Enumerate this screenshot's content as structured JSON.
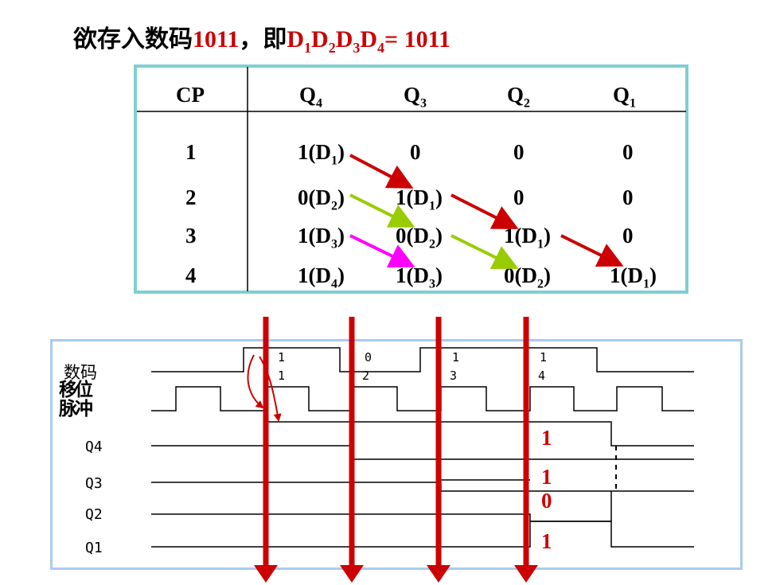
{
  "title": {
    "prefix": "欲存入数码",
    "code": "1011",
    "sep": "，即",
    "d": [
      "D",
      "D",
      "D",
      "D"
    ],
    "subs": [
      "1",
      "2",
      "3",
      "4"
    ],
    "suffix": "= 1011"
  },
  "table": {
    "headers": [
      {
        "main": "CP",
        "sub": ""
      },
      {
        "main": "Q",
        "sub": "4"
      },
      {
        "main": "Q",
        "sub": "3"
      },
      {
        "main": "Q",
        "sub": "2"
      },
      {
        "main": "Q",
        "sub": "1"
      }
    ],
    "rows": [
      [
        {
          "pre": "1",
          "sub": "",
          "post": ""
        },
        {
          "pre": "1(D",
          "sub": "1",
          "post": ")"
        },
        {
          "pre": "0",
          "sub": "",
          "post": ""
        },
        {
          "pre": "0",
          "sub": "",
          "post": ""
        },
        {
          "pre": "0",
          "sub": "",
          "post": ""
        }
      ],
      [
        {
          "pre": "2",
          "sub": "",
          "post": ""
        },
        {
          "pre": "0(D",
          "sub": "2",
          "post": ")"
        },
        {
          "pre": "1(D",
          "sub": "1",
          "post": ")"
        },
        {
          "pre": "0",
          "sub": "",
          "post": ""
        },
        {
          "pre": "0",
          "sub": "",
          "post": ""
        }
      ],
      [
        {
          "pre": "3",
          "sub": "",
          "post": ""
        },
        {
          "pre": "1(D",
          "sub": "3",
          "post": ")"
        },
        {
          "pre": "0(D",
          "sub": "2",
          "post": ")"
        },
        {
          "pre": "1(D",
          "sub": "1",
          "post": ")"
        },
        {
          "pre": "0",
          "sub": "",
          "post": ""
        }
      ],
      [
        {
          "pre": "4",
          "sub": "",
          "post": ""
        },
        {
          "pre": "1(D",
          "sub": "4",
          "post": ")"
        },
        {
          "pre": "1(D",
          "sub": "3",
          "post": ")"
        },
        {
          "pre": "0(D",
          "sub": "2",
          "post": ")"
        },
        {
          "pre": "1(D",
          "sub": "1",
          "post": ")"
        }
      ]
    ]
  },
  "timing": {
    "labels": {
      "data": "数码",
      "shift": "移位\n脉冲",
      "q4": "Q4",
      "q3": "Q3",
      "q2": "Q2",
      "q1": "Q1"
    },
    "data_bits": [
      "1",
      "0",
      "1",
      "1"
    ],
    "pulse_nums": [
      "1",
      "2",
      "3",
      "4"
    ],
    "values": {
      "q4": "1",
      "q3": "1",
      "q2": "0",
      "q1": "1"
    }
  },
  "colors": {
    "red": "#cc0000",
    "green": "#99cc00",
    "magenta": "#ff00ff",
    "border_table": "#7fcfd0",
    "border_timing": "#a9cbf0"
  }
}
